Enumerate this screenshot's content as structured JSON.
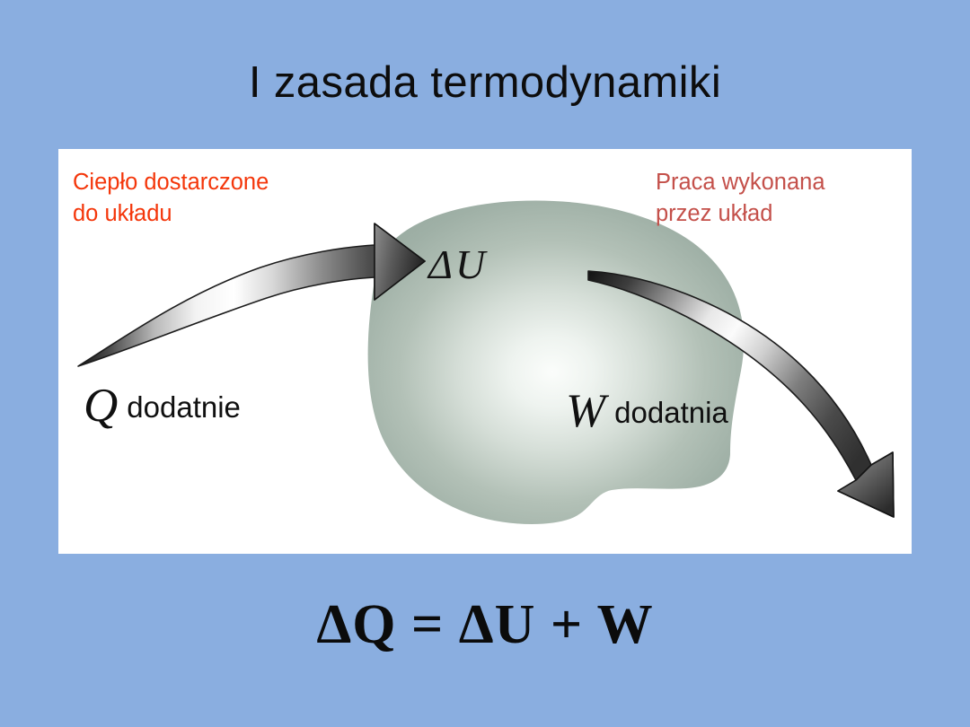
{
  "slide": {
    "title": "I zasada termodynamiki",
    "background_color": "#8aaee0",
    "panel_color": "#ffffff"
  },
  "diagram": {
    "system_blob": {
      "label": "ΔU",
      "fill_color": "#9eafa6",
      "highlight_color": "#f2f6f3"
    },
    "annotations": {
      "heat_in": {
        "text": "Ciepło dostarczone\ndo układu",
        "color": "#f4360a"
      },
      "work_out": {
        "text": "Praca wykonana\nprzez układ",
        "color": "#c4504a"
      }
    },
    "symbols": {
      "heat": {
        "glyph": "Q",
        "word": "dodatnie"
      },
      "work": {
        "glyph": "W",
        "word": "dodatnia"
      }
    },
    "arrows": {
      "inflow": {
        "name": "heat-in-arrow",
        "direction": "right",
        "color": "#3a3a3a"
      },
      "outflow": {
        "name": "work-out-arrow",
        "direction": "down-right",
        "color": "#3a3a3a"
      }
    }
  },
  "equation": {
    "text": "ΔQ = ΔU + W"
  }
}
